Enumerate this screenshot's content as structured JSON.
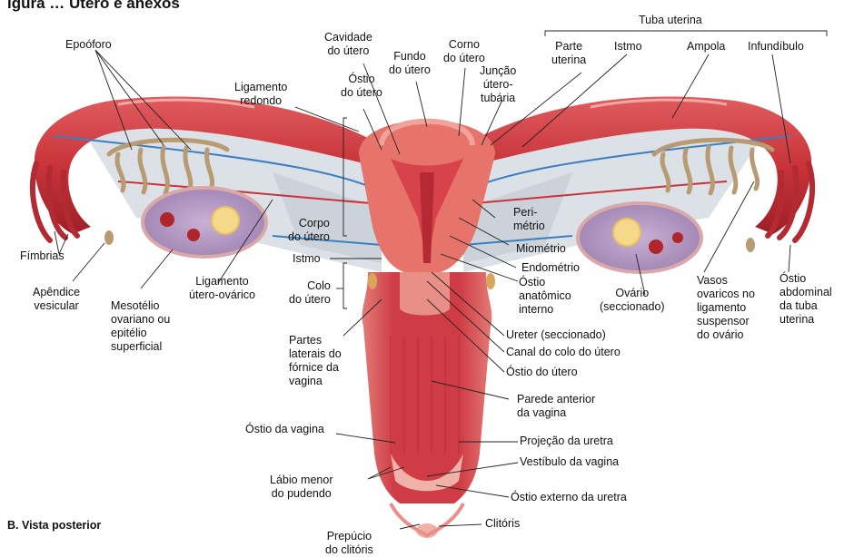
{
  "header_fragment": "igura … Útero e anexos",
  "caption": "B. Vista posterior",
  "colors": {
    "tube_red": "#c8343a",
    "tube_dark": "#9e1f26",
    "uterus_pink": "#e7746b",
    "vagina_red": "#d6464d",
    "ovary_purple": "#b59ac2",
    "ligament_grey": "#cfd6dc",
    "epoophoron_tan": "#b89a73",
    "vessel_blue": "#3b7fc0"
  },
  "labels": {
    "tuba_uterina": "Tuba uterina",
    "parte_uterina": "Parte\nuterina",
    "istmo_tuba": "Istmo",
    "ampola": "Ampola",
    "infundibulo": "Infundíbulo",
    "epooforo": "Epoóforo",
    "cavidade_utero": "Cavidade\ndo útero",
    "fundo_utero": "Fundo\ndo útero",
    "corno_utero": "Corno\ndo útero",
    "juncao": "Junção\nútero-\ntubária",
    "ostio_utero_top": "Óstio\ndo útero",
    "ligamento_redondo": "Ligamento\nredondo",
    "perimetrio": "Peri-\nmétrio",
    "miometrio": "Miométrio",
    "endometrio": "Endométrio",
    "ostio_anatomico": "Óstio\nanatômico\ninterno",
    "ovario": "Ovário\n(seccionado)",
    "vasos_ovaricos": "Vasos\novaricos no\nligamento\nsuspensor\ndo ovário",
    "ostio_abdominal": "Óstio\nabdominal\nda tuba\nuterina",
    "corpo_utero": "Corpo\ndo útero",
    "istmo_utero": "Istmo",
    "colo_utero": "Colo\ndo útero",
    "fimbrias": "Fímbrias",
    "apendice": "Apêndice\nvesicular",
    "mesotelio": "Mesotélio\novariano ou\nepitélio\nsuperficial",
    "ligamento_utero_ovarico": "Ligamento\nútero-ovárico",
    "ureter": "Ureter (seccionado)",
    "canal_colo": "Canal do colo do útero",
    "ostio_utero_low": "Óstio do útero",
    "parede_anterior": "Parede anterior\nda vagina",
    "partes_laterais": "Partes\nlaterais do\nfórnice da\nvagina",
    "ostio_vagina": "Óstio da vagina",
    "projecao_uretra": "Projeção da uretra",
    "vestibulo": "Vestíbulo da vagina",
    "labio_menor": "Lábio menor\ndo pudendo",
    "ostio_externo_uretra": "Óstio externo da uretra",
    "clitoris": "Clitóris",
    "prepucio": "Prepúcio\ndo clitóris"
  }
}
